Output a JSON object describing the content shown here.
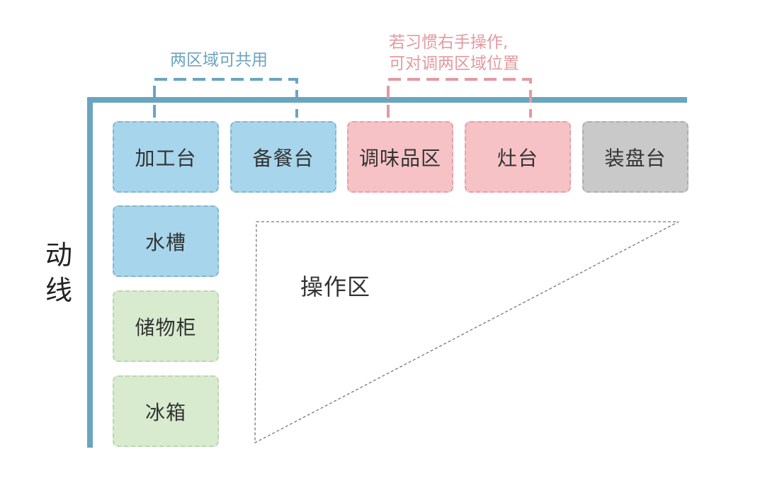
{
  "side_label": {
    "line1": "动",
    "line2": "线"
  },
  "top_row": [
    {
      "label": "加工台",
      "color": "#a7d5eb"
    },
    {
      "label": "备餐台",
      "color": "#a7d5eb"
    },
    {
      "label": "调味品区",
      "color": "#f6c2c6"
    },
    {
      "label": "灶台",
      "color": "#f6c2c6"
    },
    {
      "label": "装盘台",
      "color": "#c9c9c9"
    }
  ],
  "left_column": [
    {
      "label": "水槽",
      "color": "#a7d5eb"
    },
    {
      "label": "储物柜",
      "color": "#d8ebcf"
    },
    {
      "label": "冰箱",
      "color": "#d8ebcf"
    }
  ],
  "bracket_left": {
    "label": "两区域可共用",
    "color": "#6aa5bf"
  },
  "bracket_right": {
    "line1": "若习惯右手操作,",
    "line2": "可对调两区域位置",
    "color": "#e39aa0"
  },
  "operation_area": {
    "label": "操作区"
  },
  "colors": {
    "flow_line": "#6aa5bf",
    "shared_blue": "#a7d5eb",
    "swap_pink": "#f6c2c6",
    "plating_gray": "#c9c9c9",
    "storage_green": "#d8ebcf"
  }
}
